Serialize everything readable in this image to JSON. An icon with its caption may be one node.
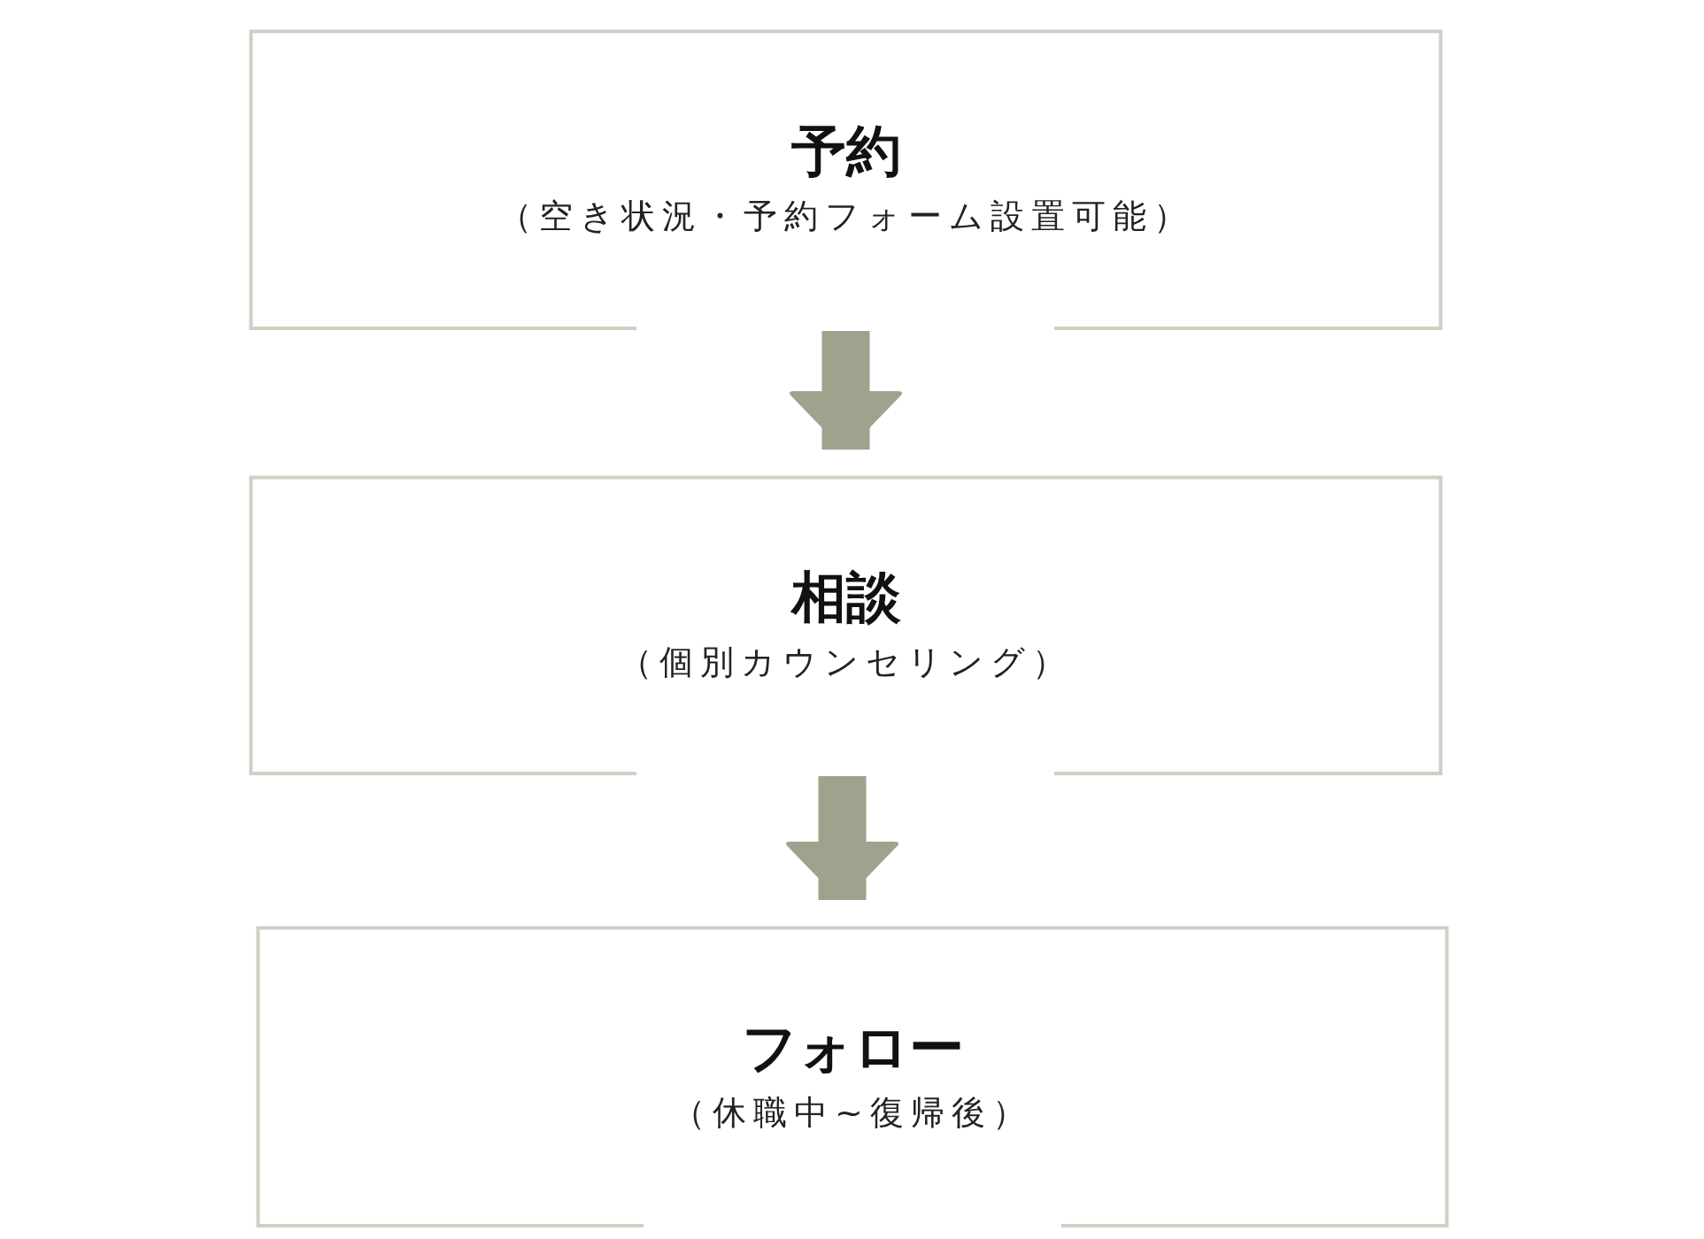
{
  "diagram": {
    "nodes": [
      {
        "text": [
          "予約",
          "（空き状況・予約フォーム設置可能）"
        ]
      },
      {
        "text": [
          "相談",
          "（個別カウンセリング）"
        ]
      },
      {
        "text": [
          "フォロー",
          "（休職中~復帰後）"
        ]
      }
    ],
    "edges": [
      {
        "from": 0,
        "to": 1,
        "arrow": "to"
      },
      {
        "from": 1,
        "to": 2,
        "arrow": "to"
      }
    ]
  }
}
